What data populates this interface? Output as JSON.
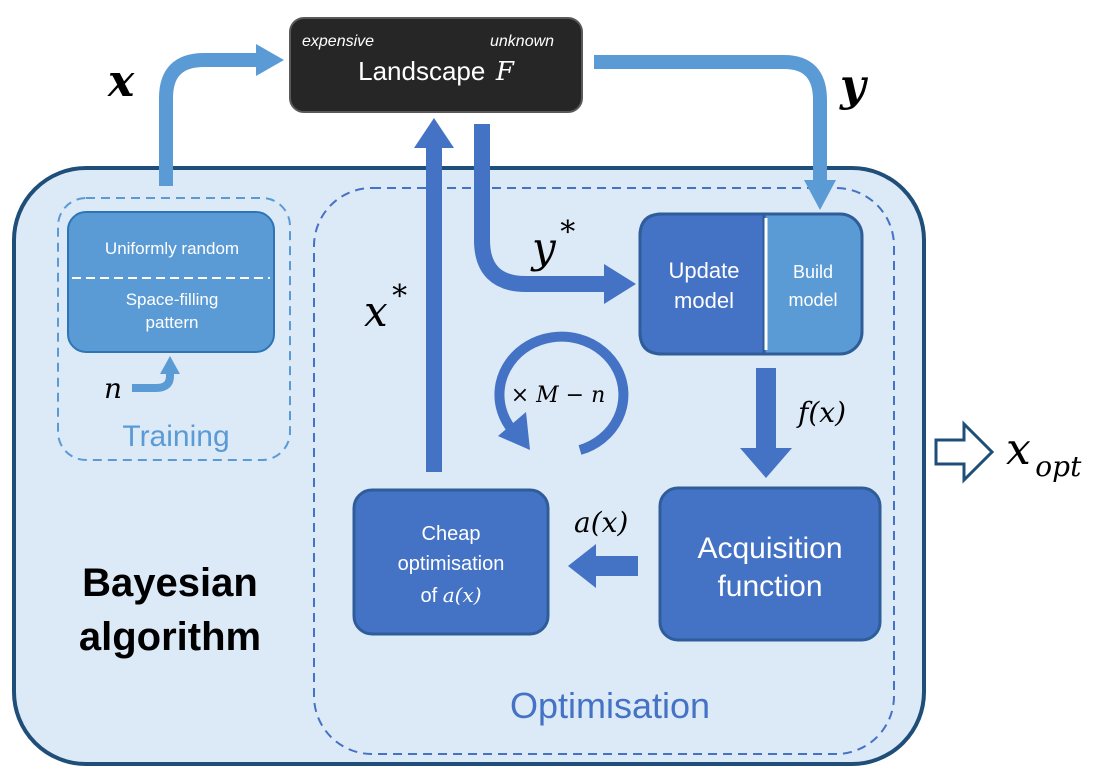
{
  "landscape": {
    "title": "Landscape",
    "symbol": "F",
    "tag_left": "expensive",
    "tag_right": "unknown"
  },
  "labels": {
    "x": "x",
    "y": "y",
    "y_star_base": "y",
    "y_star_sup": "*",
    "x_star_base": "x",
    "x_star_sup": "*",
    "f_x": "f(x)",
    "a_x": "a(x)",
    "n": "n",
    "loop": "× M − n",
    "x_opt_base": "x",
    "x_opt_sub": "opt"
  },
  "training": {
    "title": "Training",
    "method_1": "Uniformly random",
    "method_2_line1": "Space-filling",
    "method_2_line2": "pattern"
  },
  "model": {
    "update_line1": "Update",
    "update_line2": "model",
    "build_line1": "Build",
    "build_line2": "model"
  },
  "acquisition": {
    "line1": "Acquisition",
    "line2": "function"
  },
  "cheap": {
    "line1": "Cheap",
    "line2": "optimisation",
    "line3_prefix": "of ",
    "line3_math": "a(x)"
  },
  "optimisation": {
    "title": "Optimisation"
  },
  "algorithm": {
    "line1": "Bayesian",
    "line2": "algorithm"
  },
  "colors": {
    "outer_fill": "#dce9f6",
    "outer_stroke": "#1f4e79",
    "dark_box": "#4472c4",
    "light_box": "#5b9bd5",
    "light_arrow": "#5b9bd5",
    "dark_arrow": "#4472c4",
    "landscape_fill": "#262626"
  }
}
